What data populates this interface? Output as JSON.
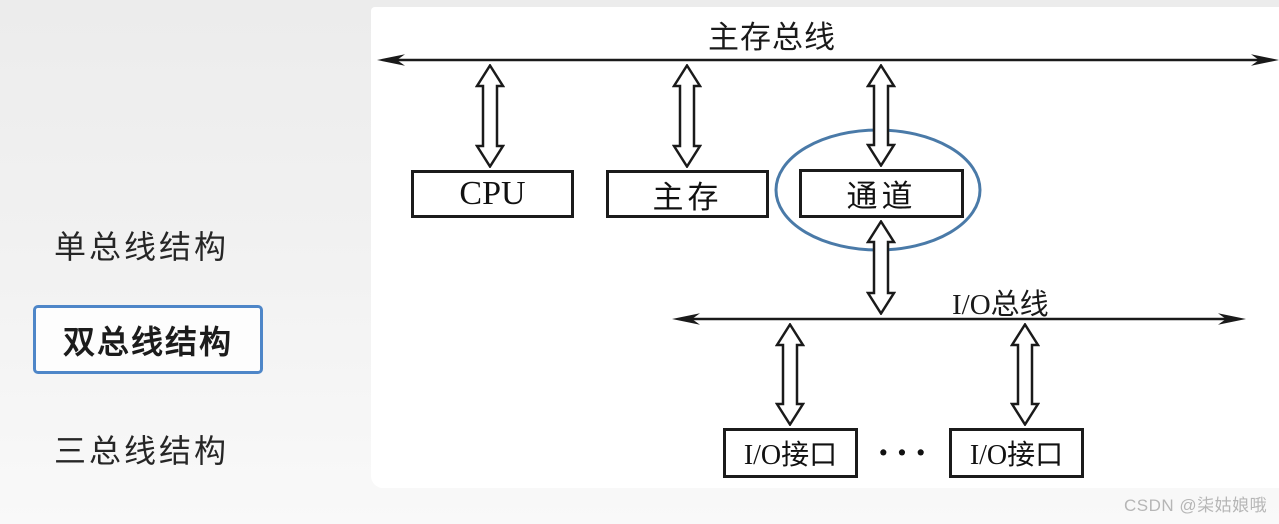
{
  "sidebar": {
    "items": [
      {
        "label": "单总线结构",
        "active": false
      },
      {
        "label": "双总线结构",
        "active": true
      },
      {
        "label": "三总线结构",
        "active": false
      }
    ]
  },
  "diagram": {
    "memory_bus": {
      "label": "主存总线"
    },
    "io_bus": {
      "label": "I/O总线"
    },
    "nodes": {
      "cpu": "CPU",
      "memory": "主存",
      "channel": "通道",
      "io_interface_1": "I/O接口",
      "io_interface_2": "I/O接口"
    },
    "ellipsis_dots": "···",
    "colors": {
      "ink": "#1a1a1a",
      "channel_ellipse": "#4a7aa8",
      "highlight_border": "#4e86c8",
      "watermark": "#b6b6b6"
    }
  },
  "watermark": {
    "text": "CSDN @柒姑娘哦"
  }
}
